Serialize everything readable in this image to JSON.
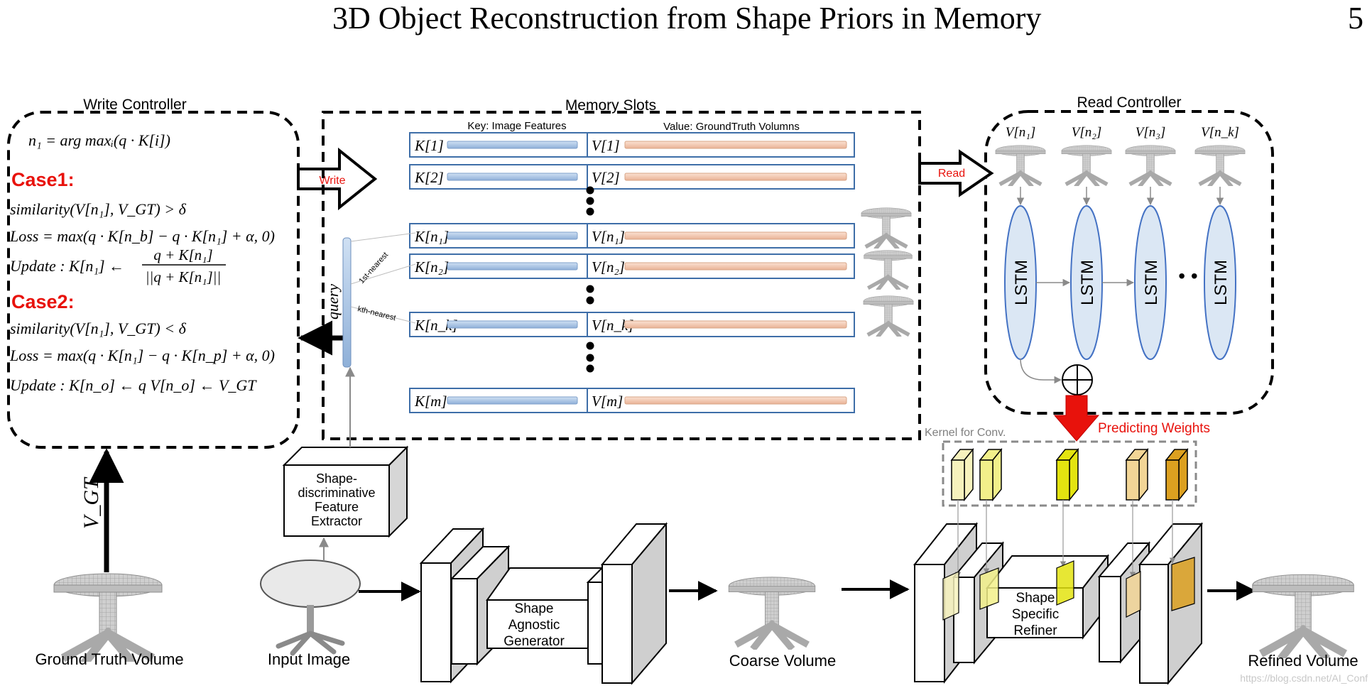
{
  "header": {
    "title": "3D Object Reconstruction from Shape Priors in Memory",
    "page_number": "5"
  },
  "write_controller": {
    "title": "Write Controller",
    "eq_n1": "n₁ = arg maxᵢ(q · K[i])",
    "case1_label": "Case1:",
    "case1_sim": "similarity(V[n₁], V_GT) > δ",
    "case1_loss": "Loss = max(q · K[n_b] − q · K[n₁] + α, 0)",
    "case1_update_lhs": "Update : K[n₁] ←",
    "case1_update_num": "q + K[n₁]",
    "case1_update_den": "||q + K[n₁]||",
    "case2_label": "Case2:",
    "case2_sim": "similarity(V[n₁], V_GT) < δ",
    "case2_loss": "Loss = max(q · K[n₁] − q · K[n_p] + α, 0)",
    "case2_update": "Update : K[n_o] ← q   V[n_o] ← V_GT",
    "write_arrow_label": "Write",
    "vgt_label": "V_GT"
  },
  "memory": {
    "title": "Memory Slots",
    "key_header": "Key: Image Features",
    "value_header": "Value: GroundTruth Volumns",
    "rows": [
      {
        "key": "K[1]",
        "value": "V[1]"
      },
      {
        "key": "K[2]",
        "value": "V[2]"
      },
      {
        "key": "K[n₁]",
        "value": "V[n₁]"
      },
      {
        "key": "K[n₂]",
        "value": "V[n₂]"
      },
      {
        "key": "K[n_k]",
        "value": "V[n_k]"
      },
      {
        "key": "K[m]",
        "value": "V[m]"
      }
    ],
    "query_label": "query",
    "first_nearest": "1st-nearest",
    "kth_nearest": "kth-nearest"
  },
  "read_controller": {
    "title": "Read Controller",
    "read_arrow_label": "Read",
    "values": [
      "V[n₁]",
      "V[n₂]",
      "V[n₃]",
      "V[n_k]"
    ],
    "lstm_label": "LSTM",
    "ellipsis": "• •",
    "predicting_weights": "Predicting Weights"
  },
  "refiner": {
    "kernel_label": "Kernel for Conv.",
    "label": "Shape Specific Refiner"
  },
  "pipeline": {
    "extractor_label": "Shape-discriminative Feature Extractor",
    "generator_label": "Shape Agnostic Generator",
    "ground_truth": "Ground Truth Volume",
    "input_image": "Input Image",
    "coarse_volume": "Coarse Volume",
    "refined_volume": "Refined Volume"
  },
  "watermark": "https://blog.csdn.net/AI_Conf",
  "colors": {
    "accent_red": "#e8120c",
    "key_bar": "#a9c4e4",
    "value_bar": "#f4c9b0",
    "lstm_fill": "#dbe7f4",
    "lstm_stroke": "#4472c4",
    "row_border": "#3e6ea8",
    "kernel_colors": [
      "#f7f2bd",
      "#f2f08a",
      "#e3e310",
      "#f2d596",
      "#dca020"
    ]
  }
}
